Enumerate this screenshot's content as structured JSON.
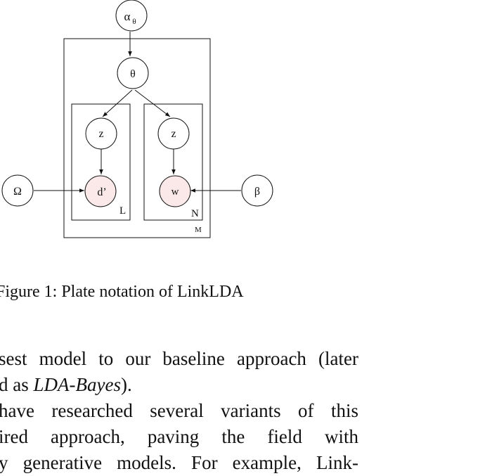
{
  "diagram": {
    "nodes": {
      "alpha": {
        "label": "α",
        "subscript": "θ"
      },
      "theta": {
        "label": "θ"
      },
      "z_left": {
        "label": "z"
      },
      "z_right": {
        "label": "z"
      },
      "d_prime": {
        "label": "d’"
      },
      "w": {
        "label": "w"
      },
      "omega": {
        "label": "Ω"
      },
      "beta": {
        "label": "β"
      }
    },
    "plates": {
      "outer": "M",
      "left": "L",
      "right": "N"
    },
    "colors": {
      "observed_fill": "#fbe9e9",
      "stroke": "#111111"
    }
  },
  "caption": "Figure 1: Plate notation of LinkLDA",
  "body": {
    "line1": "sest model to our baseline approach (later",
    "line2_prefix": "d as ",
    "line2_italic": "LDA-Bayes",
    "line2_suffix": ").",
    "line3": " have researched several variants of this",
    "line4": "ired approach, paving the field with",
    "line5": "y generative models. For example, Link-"
  }
}
